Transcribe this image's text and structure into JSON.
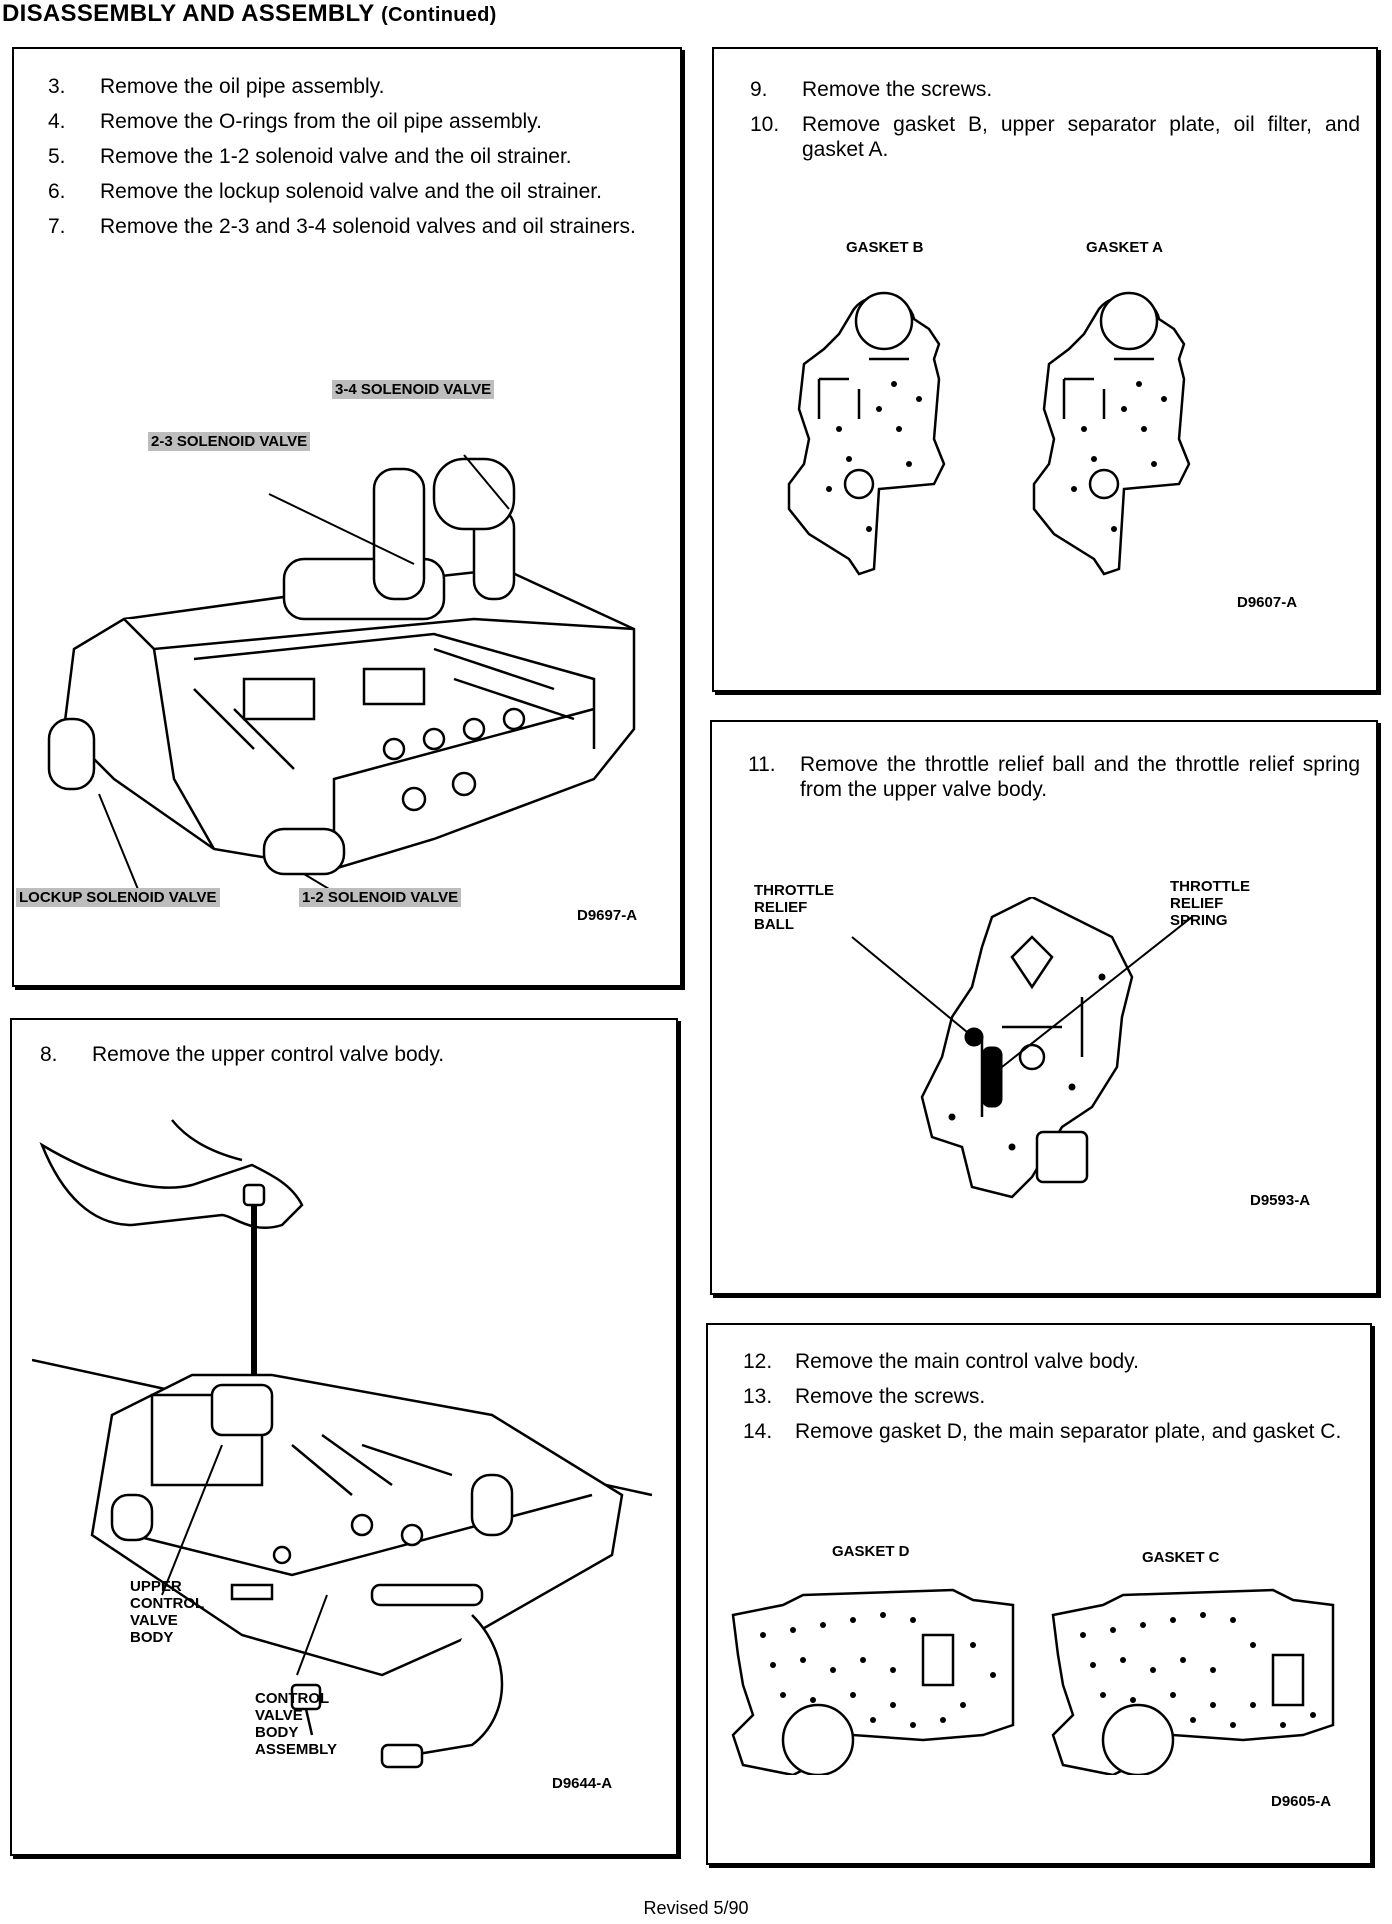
{
  "header": {
    "title": "DISASSEMBLY AND ASSEMBLY",
    "continued": "(Continued)"
  },
  "panel1": {
    "steps": [
      {
        "num": "3.",
        "text": "Remove the oil pipe assembly."
      },
      {
        "num": "4.",
        "text": "Remove the O-rings from the oil pipe assembly."
      },
      {
        "num": "5.",
        "text": "Remove the 1-2 solenoid valve and the oil strainer."
      },
      {
        "num": "6.",
        "text": "Remove the lockup solenoid valve and the oil strainer."
      },
      {
        "num": "7.",
        "text": "Remove the 2-3 and 3-4 solenoid valves and oil strainers."
      }
    ],
    "labels": {
      "sol34": "3-4 SOLENOID VALVE",
      "sol23": "2-3 SOLENOID VALVE",
      "lockup": "LOCKUP SOLENOID VALVE",
      "sol12": "1-2 SOLENOID VALVE"
    },
    "code": "D9697-A"
  },
  "panel2": {
    "steps": [
      {
        "num": "8.",
        "text": "Remove the upper control valve body."
      }
    ],
    "labels": {
      "upper_line1": "UPPER",
      "upper_line2": "CONTROL",
      "upper_line3": "VALVE",
      "upper_line4": "BODY",
      "cvba_line1": "CONTROL",
      "cvba_line2": "VALVE",
      "cvba_line3": "BODY",
      "cvba_line4": "ASSEMBLY"
    },
    "code": "D9644-A"
  },
  "panel3": {
    "steps": [
      {
        "num": "9.",
        "text": "Remove the screws."
      },
      {
        "num": "10.",
        "text": "Remove gasket B, upper separator plate, oil filter, and gasket A."
      }
    ],
    "labels": {
      "gasket_b": "GASKET B",
      "gasket_a": "GASKET A"
    },
    "code": "D9607-A"
  },
  "panel4": {
    "steps": [
      {
        "num": "11.",
        "text": "Remove the throttle relief ball and the throttle relief spring from the upper valve body."
      }
    ],
    "labels": {
      "ball_line1": "THROTTLE",
      "ball_line2": "RELIEF",
      "ball_line3": "BALL",
      "spring_line1": "THROTTLE",
      "spring_line2": "RELIEF",
      "spring_line3": "SPRING"
    },
    "code": "D9593-A"
  },
  "panel5": {
    "steps": [
      {
        "num": "12.",
        "text": "Remove the main control valve body."
      },
      {
        "num": "13.",
        "text": "Remove the screws."
      },
      {
        "num": "14.",
        "text": "Remove gasket D, the main separator plate, and gasket C."
      }
    ],
    "labels": {
      "gasket_d": "GASKET D",
      "gasket_c": "GASKET C"
    },
    "code": "D9605-A"
  },
  "footer": {
    "text": "Revised 5/90"
  }
}
